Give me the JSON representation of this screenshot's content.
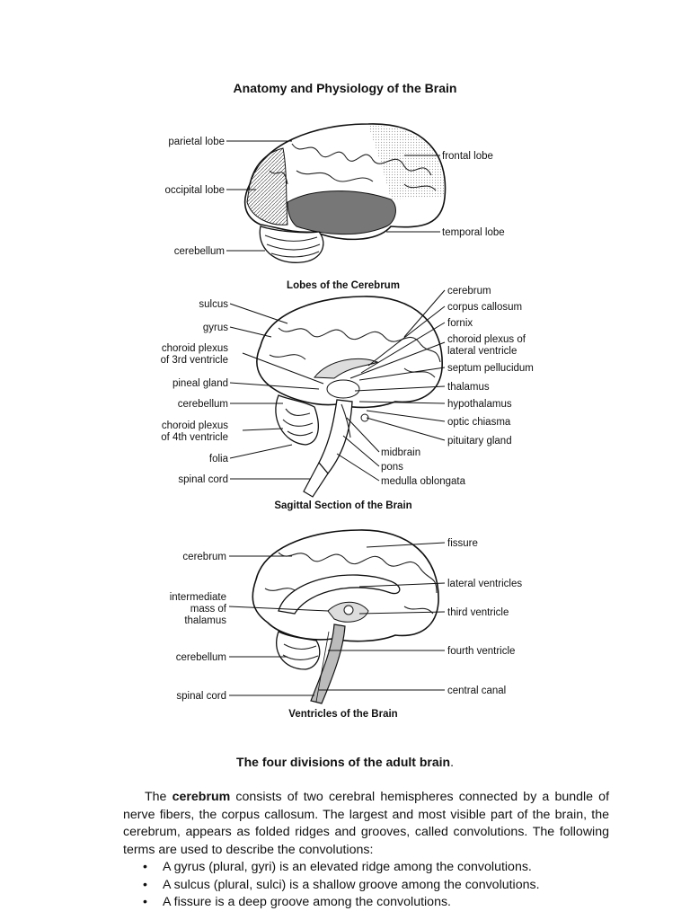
{
  "title": "Anatomy and Physiology of the Brain",
  "figure1": {
    "caption": "Lobes of the Cerebrum",
    "labels": {
      "parietal": "parietal lobe",
      "occipital": "occipital lobe",
      "cerebellum": "cerebellum",
      "frontal": "frontal lobe",
      "temporal": "temporal lobe"
    }
  },
  "figure2": {
    "caption": "Sagittal Section of the Brain",
    "left_labels": [
      "sulcus",
      "gyrus",
      "choroid plexus",
      "of 3rd ventricle",
      "pineal gland",
      "cerebellum",
      "choroid plexus",
      "of 4th ventricle",
      "folia",
      "spinal cord"
    ],
    "right_labels": [
      "cerebrum",
      "corpus callosum",
      "fornix",
      "choroid plexus of",
      "lateral ventricle",
      "septum pellucidum",
      "thalamus",
      "hypothalamus",
      "optic chiasma",
      "pituitary gland"
    ],
    "bottom_labels": [
      "midbrain",
      "pons",
      "medulla oblongata"
    ]
  },
  "figure3": {
    "caption": "Ventricles of the Brain",
    "left_labels": [
      "cerebrum",
      "intermediate",
      "mass of",
      "thalamus",
      "cerebellum",
      "spinal cord"
    ],
    "right_labels": [
      "fissure",
      "lateral ventricles",
      "third ventricle",
      "fourth ventricle",
      "central canal"
    ]
  },
  "subtitle": {
    "text": "The four divisions of the adult brain",
    "suffix": "."
  },
  "paragraph": {
    "lead": "The ",
    "bold": "cerebrum",
    "rest": " consists of two cerebral hemispheres connected by a bundle of nerve fibers, the corpus callosum. The largest and most visible part of the brain, the cerebrum, appears as folded ridges and grooves, called convolutions. The following terms are used to describe the convolutions:"
  },
  "bullets": [
    "A gyrus (plural, gyri) is an elevated ridge among the convolutions.",
    "A sulcus (plural, sulci) is a shallow groove among the convolutions.",
    "A fissure is a deep groove among the convolutions."
  ]
}
